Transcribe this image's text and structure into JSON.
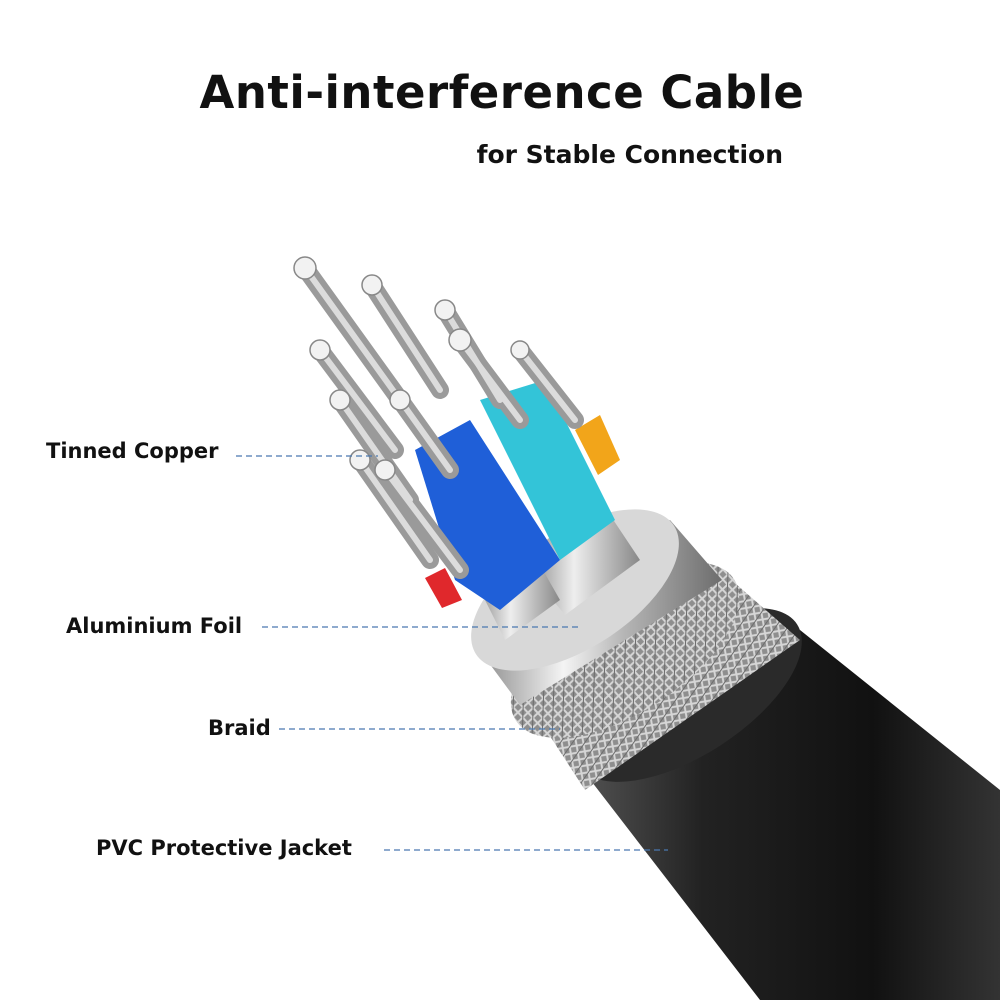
{
  "header": {
    "title": "Anti-interference Cable",
    "subtitle": "for Stable Connection"
  },
  "layers": [
    {
      "label": "Tinned Copper"
    },
    {
      "label": "Aluminium Foil"
    },
    {
      "label": "Braid"
    },
    {
      "label": "PVC Protective Jacket"
    }
  ],
  "colors": {
    "jacket": "#1a1a1a",
    "braid": "#9c9c9c",
    "foil": "#c9c9c9",
    "wire_blue": "#1f5fd8",
    "wire_cyan": "#33c4d8",
    "wire_orange": "#f2a51a",
    "wire_red": "#e0282c",
    "leader_line": "#4a78b0"
  }
}
